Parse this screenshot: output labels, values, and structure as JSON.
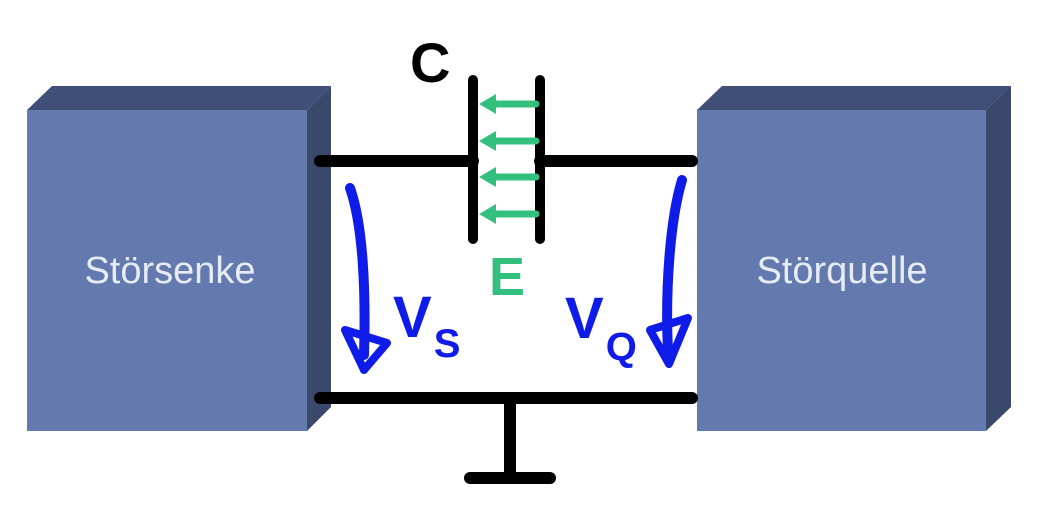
{
  "diagram": {
    "sink_label": "Störsenke",
    "source_label": "Störquelle",
    "capacitor_label": "C",
    "field_label": "E",
    "sink_voltage": {
      "symbol": "V",
      "subscript": "S"
    },
    "source_voltage": {
      "symbol": "V",
      "subscript": "Q"
    }
  },
  "colors": {
    "box_front": "#6479ad",
    "box_top": "#3f4f78",
    "box_side": "#39486b",
    "wire": "#000000",
    "field": "#33c07f",
    "voltage": "#0f1be8",
    "box_text": "#e6ecf6"
  }
}
